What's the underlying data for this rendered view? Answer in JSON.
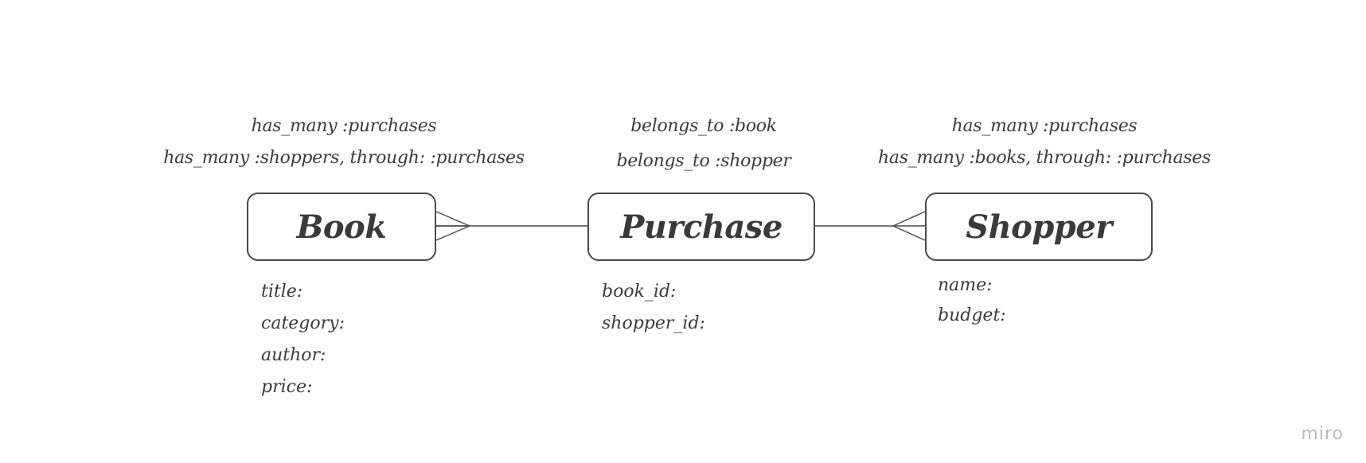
{
  "entities": {
    "book": {
      "title": "Book",
      "associations": [
        "has_many :purchases",
        "has_many :shoppers, through: :purchases"
      ],
      "fields": [
        "title:",
        "category:",
        "author:",
        "price:"
      ]
    },
    "purchase": {
      "title": "Purchase",
      "associations": [
        "belongs_to :book",
        "belongs_to :shopper"
      ],
      "fields": [
        "book_id:",
        "shopper_id:"
      ]
    },
    "shopper": {
      "title": "Shopper",
      "associations": [
        "has_many :purchases",
        "has_many :books, through: :purchases"
      ],
      "fields": [
        "name:",
        "budget:"
      ]
    }
  },
  "relationships": [
    {
      "from": "book",
      "to": "purchase",
      "from_end": "many",
      "to_end": "one"
    },
    {
      "from": "purchase",
      "to": "shopper",
      "from_end": "one",
      "to_end": "many"
    }
  ],
  "watermark": "miro",
  "colors": {
    "stroke": "#4a4a4a",
    "text": "#3c3c3c",
    "watermark": "#b7bbc6",
    "background": "#ffffff"
  }
}
